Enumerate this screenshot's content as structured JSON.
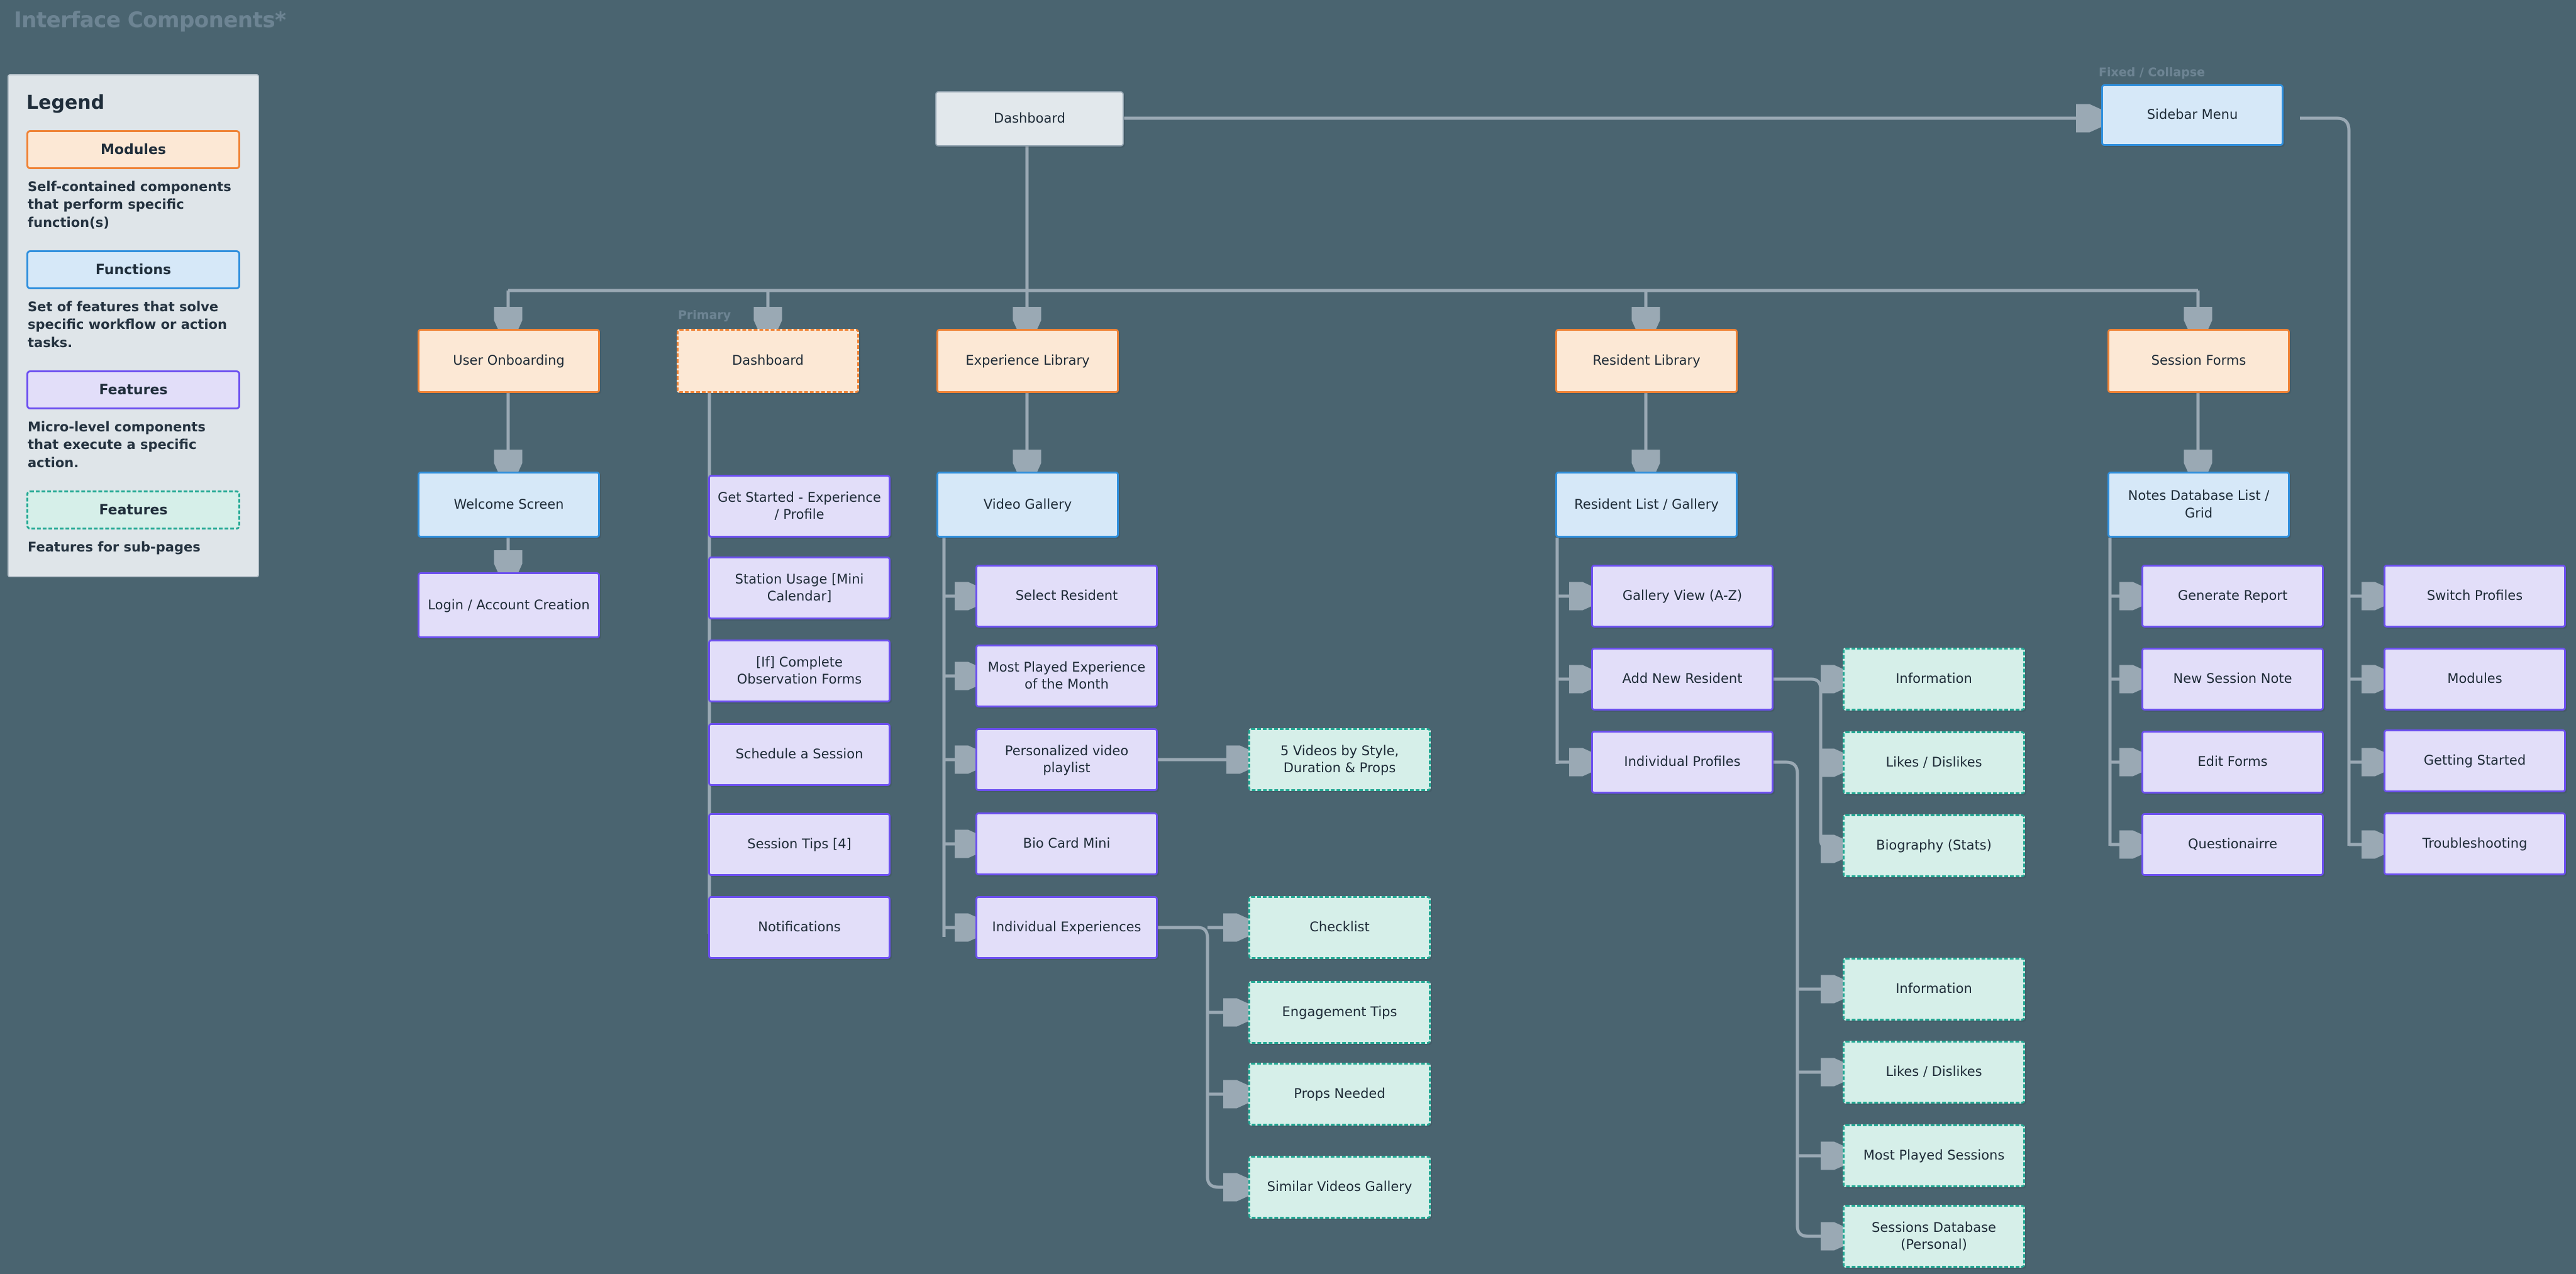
{
  "page": {
    "title": "Interface Components*",
    "background_color": "#4a6470"
  },
  "legend": {
    "heading": "Legend",
    "items": [
      {
        "chip": "Modules",
        "desc": "Self-contained components that perform specific function(s)",
        "fill": "#fce8d5",
        "stroke": "#ef8235"
      },
      {
        "chip": "Functions",
        "desc": "Set of features that solve specific workflow or action tasks.",
        "fill": "#d6e8f8",
        "stroke": "#2f8fdd"
      },
      {
        "chip": "Features",
        "desc": "Micro-level components that execute a specific action.",
        "fill": "#e2def9",
        "stroke": "#6c4ff0"
      },
      {
        "chip": "Features",
        "desc": "Features for sub-pages",
        "fill": "#d6efe9",
        "stroke": "#21a893"
      }
    ]
  },
  "edge_labels": {
    "primary": "Primary",
    "fixed_collapse": "Fixed / Collapse"
  },
  "nodes": {
    "root": "Dashboard",
    "sidebar_menu": "Sidebar Menu",
    "modules": {
      "user_onboarding": "User Onboarding",
      "dashboard": "Dashboard",
      "experience_library": "Experience Library",
      "resident_library": "Resident Library",
      "session_forms": "Session Forms"
    },
    "user_onboarding_children": [
      "Welcome Screen",
      "Login / Account Creation"
    ],
    "dashboard_children": [
      "Get Started - Experience / Profile",
      "Station Usage [Mini Calendar]",
      "[If] Complete Observation Forms",
      "Schedule a Session",
      "Session Tips [4]",
      "Notifications"
    ],
    "experience_library_children": [
      "Video Gallery",
      "Select Resident",
      "Most Played Experience of the Month",
      "Personalized video playlist",
      "Bio Card Mini",
      "Individual Experiences"
    ],
    "playlist_subfeatures": [
      "5 Videos by Style, Duration & Props"
    ],
    "individual_experience_subfeatures": [
      "Checklist",
      "Engagement Tips",
      "Props Needed",
      "Similar Videos Gallery"
    ],
    "resident_library_children": [
      "Resident List / Gallery",
      "Gallery View (A-Z)",
      "Add New Resident",
      "Individual Profiles"
    ],
    "add_new_resident_subfeatures": [
      "Information",
      "Likes / Dislikes",
      "Biography (Stats)"
    ],
    "individual_profiles_subfeatures": [
      "Information",
      "Likes / Dislikes",
      "Most Played Sessions",
      "Sessions Database (Personal)"
    ],
    "session_forms_children": [
      "Notes Database List / Grid",
      "Generate Report",
      "New Session Note",
      "Edit Forms",
      "Questionairre"
    ],
    "sidebar_menu_children": [
      "Switch Profiles",
      "Modules",
      "Getting Started",
      "Troubleshooting"
    ]
  }
}
